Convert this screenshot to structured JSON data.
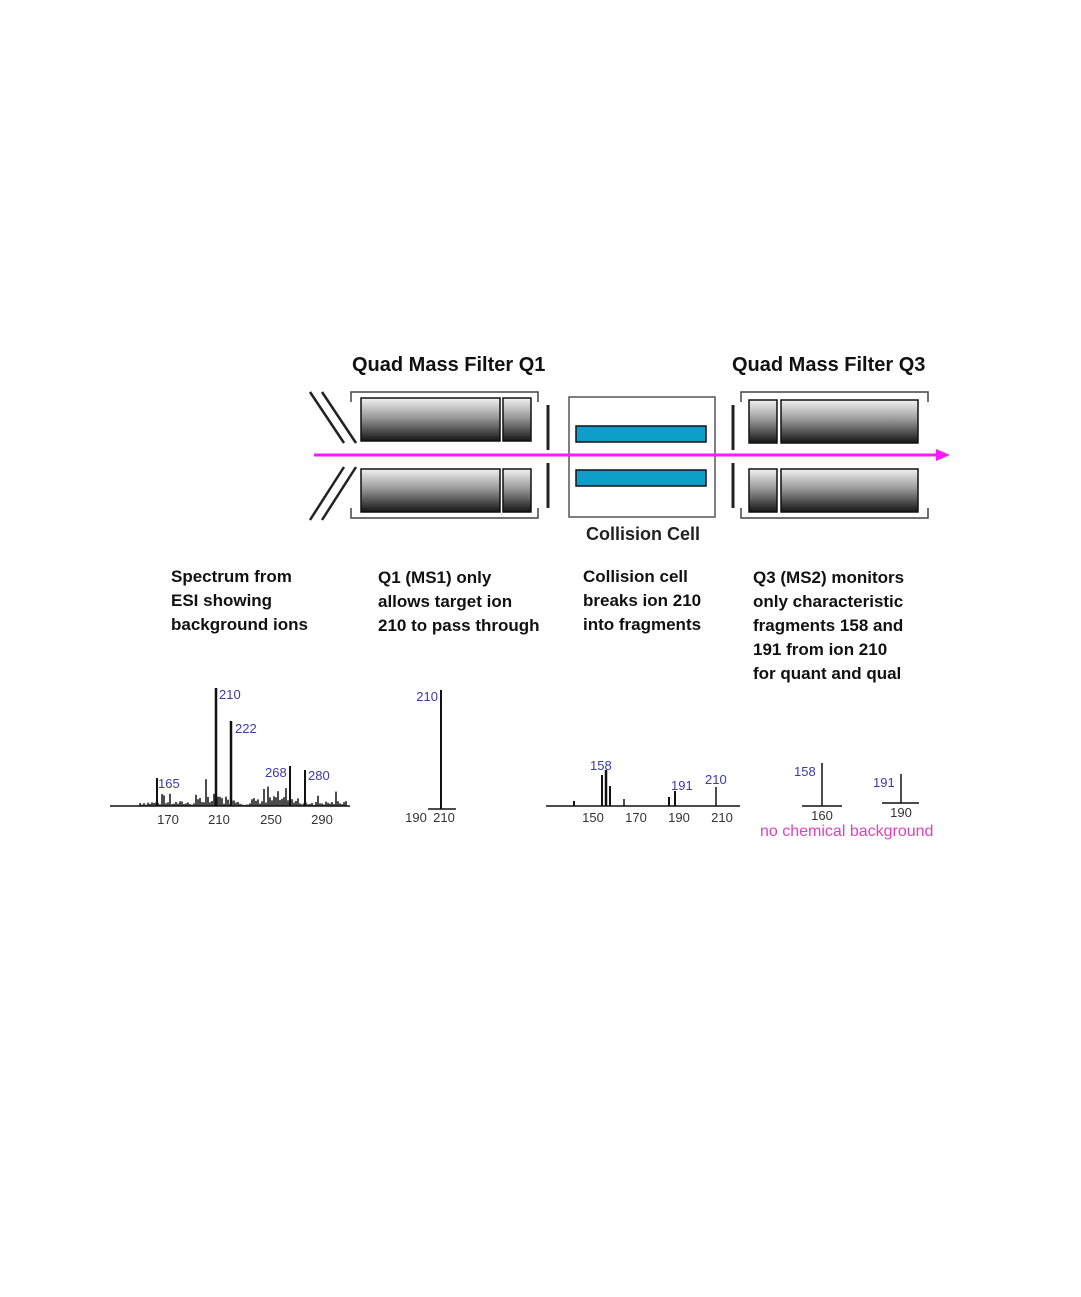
{
  "headers": {
    "q1": "Quad Mass Filter Q1",
    "q3": "Quad Mass Filter Q3",
    "collision_cell": "Collision Cell"
  },
  "captions": {
    "esi": [
      "Spectrum from",
      "ESI showing",
      "background ions"
    ],
    "q1": [
      "Q1 (MS1) only",
      "allows target ion",
      "210 to pass through"
    ],
    "cc": [
      "Collision cell",
      "breaks ion 210",
      "into fragments"
    ],
    "q3": [
      "Q3 (MS2) monitors",
      "only characteristic",
      "fragments 158 and",
      "191 from ion 210",
      "for quant and qual"
    ]
  },
  "no_background_label": "no chemical background",
  "colors": {
    "beam": "#ff1aff",
    "collision_rods": "#0e9ec9",
    "note": "#e040c0",
    "peak_label": "#3a3aa8"
  },
  "chart_data": [
    {
      "type": "bar",
      "subtype": "mass-spectrum",
      "xticks": [
        "170",
        "210",
        "250",
        "290"
      ],
      "labeled_peaks": [
        {
          "mz": 165,
          "label": "165",
          "rel": 0.2
        },
        {
          "mz": 210,
          "label": "210",
          "rel": 1.0
        },
        {
          "mz": 222,
          "label": "222",
          "rel": 0.75
        },
        {
          "mz": 268,
          "label": "268",
          "rel": 0.28
        },
        {
          "mz": 280,
          "label": "280",
          "rel": 0.26
        }
      ]
    },
    {
      "type": "bar",
      "subtype": "mass-spectrum",
      "xticks": [
        "190",
        "210"
      ],
      "labeled_peaks": [
        {
          "mz": 210,
          "label": "210",
          "rel": 1.0
        }
      ]
    },
    {
      "type": "bar",
      "subtype": "mass-spectrum",
      "xticks": [
        "150",
        "170",
        "190",
        "210"
      ],
      "labeled_peaks": [
        {
          "mz": 158,
          "label": "158",
          "rel": 0.72
        },
        {
          "mz": 191,
          "label": "191",
          "rel": 0.33
        },
        {
          "mz": 210,
          "label": "210",
          "rel": 0.45
        }
      ]
    },
    {
      "type": "bar",
      "subtype": "mass-spectrum",
      "xticks": [
        "160",
        "190"
      ],
      "labeled_peaks": [
        {
          "mz": 158,
          "label": "158",
          "rel": 0.9
        },
        {
          "mz": 191,
          "label": "191",
          "rel": 0.6
        }
      ]
    }
  ]
}
